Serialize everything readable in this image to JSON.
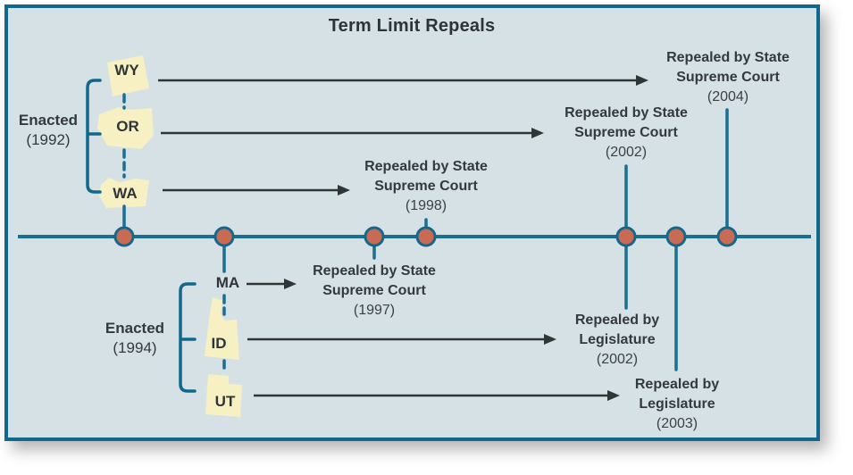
{
  "title": "Term Limit Repeals",
  "colors": {
    "panel_background": "#d5e1e4",
    "border_teal": "#10698c",
    "line_teal": "#196f91",
    "dot_fill": "#c96a55",
    "note_yellow": "#f6f0c3",
    "arrow_black": "#303538",
    "text_dark": "#34393e"
  },
  "enacted_groups": [
    {
      "label": "Enacted",
      "year": "(1992)",
      "states": [
        "WY",
        "OR",
        "WA"
      ]
    },
    {
      "label": "Enacted",
      "year": "(1994)",
      "states": [
        "MA",
        "ID",
        "UT"
      ]
    }
  ],
  "repeals": [
    {
      "state": "WA",
      "line1": "Repealed by State",
      "line2": "Supreme Court",
      "year": "(1998)"
    },
    {
      "state": "WY",
      "line1": "Repealed by State",
      "line2": "Supreme Court",
      "year": "(2004)"
    },
    {
      "state": "OR",
      "line1": "Repealed by State",
      "line2": "Supreme Court",
      "year": "(2002)"
    },
    {
      "state": "MA",
      "line1": "Repealed by State",
      "line2": "Supreme Court",
      "year": "(1997)"
    },
    {
      "state": "ID",
      "line1": "Repealed by",
      "line2": "Legislature",
      "year": "(2002)"
    },
    {
      "state": "UT",
      "line1": "Repealed by",
      "line2": "Legislature",
      "year": "(2003)"
    }
  ]
}
